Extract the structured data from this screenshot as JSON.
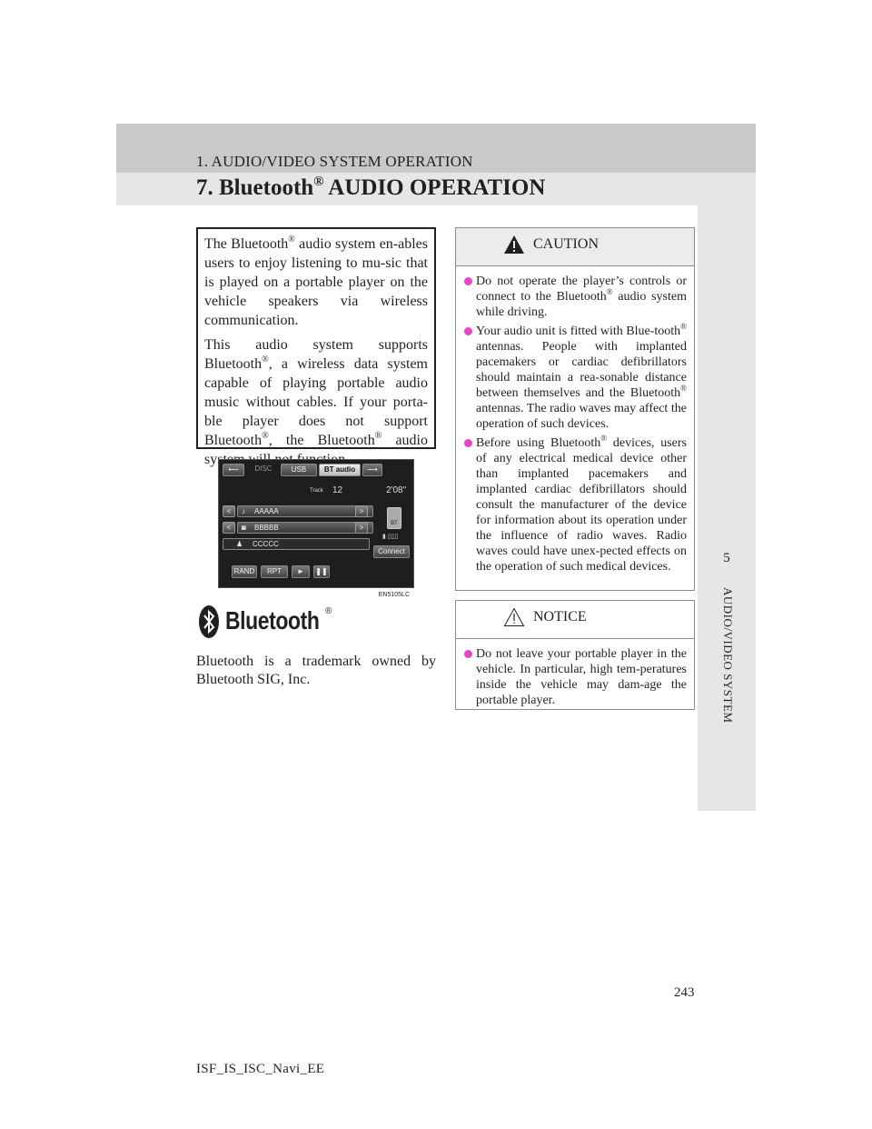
{
  "header": {
    "section_label": "1. AUDIO/VIDEO SYSTEM OPERATION",
    "title_prefix": "7. Bluetooth",
    "title_reg": "®",
    "title_suffix": " AUDIO OPERATION"
  },
  "side_tab": {
    "chapter_number": "5",
    "chapter_label": "AUDIO/VIDEO SYSTEM"
  },
  "intro": {
    "p1_a": "The Bluetooth",
    "reg": "®",
    "p1_b": " audio system en-ables users to enjoy listening to mu-sic that is played on a portable player on the vehicle speakers via wireless communication.",
    "p2_a": "This audio system supports Bluetooth",
    "p2_b": ", a wireless data system capable of playing portable audio music without cables. If your porta-ble player does not support Bluetooth",
    "p2_c": ", the Bluetooth",
    "p2_d": " audio system will not function."
  },
  "screen": {
    "tabs": [
      "DISC",
      "USB",
      "BT audio"
    ],
    "track_label": "Track",
    "track_number": "12",
    "time": "2'08\"",
    "rows": [
      {
        "icon": "♪",
        "text": "AAAAA"
      },
      {
        "icon": "◙",
        "text": "BBBBB"
      },
      {
        "icon": "♟",
        "text": "CCCCC"
      }
    ],
    "arrow_left": "<",
    "arrow_right": ">",
    "device_label": "BT",
    "connect_label": "Connect",
    "controls": [
      "RAND",
      "RPT",
      "►",
      "❚❚"
    ],
    "caption": "EN5105LC"
  },
  "logo": {
    "wordmark": "Bluetooth",
    "reg": "®"
  },
  "trademark_text": "Bluetooth is a trademark owned by Bluetooth SIG, Inc.",
  "caution": {
    "title": "CAUTION",
    "b1_a": "Do not operate the player’s controls or connect to the Bluetooth",
    "b1_b": " audio system while driving.",
    "b2_a": "Your audio unit is fitted with Blue-tooth",
    "b2_b": " antennas. People with implanted pacemakers or cardiac defibrillators should maintain a rea-sonable distance between themselves and the Bluetooth",
    "b2_c": " antennas. The radio waves may affect the operation of such devices.",
    "b3_a": "Before using Bluetooth",
    "b3_b": " devices, users of any electrical medical device other than implanted pacemakers and implanted cardiac defibrillators should consult the manufacturer of the device for information about its operation under the influence of radio waves. Radio waves could have unex-pected effects on the operation of such medical devices."
  },
  "notice": {
    "title": "NOTICE",
    "b1": "Do not leave your portable player in the vehicle. In particular, high tem-peratures inside the vehicle may dam-age the portable player."
  },
  "footer": {
    "page_number": "243",
    "code": "ISF_IS_ISC_Navi_EE"
  },
  "colors": {
    "bullet": "#e844c7",
    "header_band": "#c9c9c9",
    "title_band": "#e6e6e6"
  }
}
